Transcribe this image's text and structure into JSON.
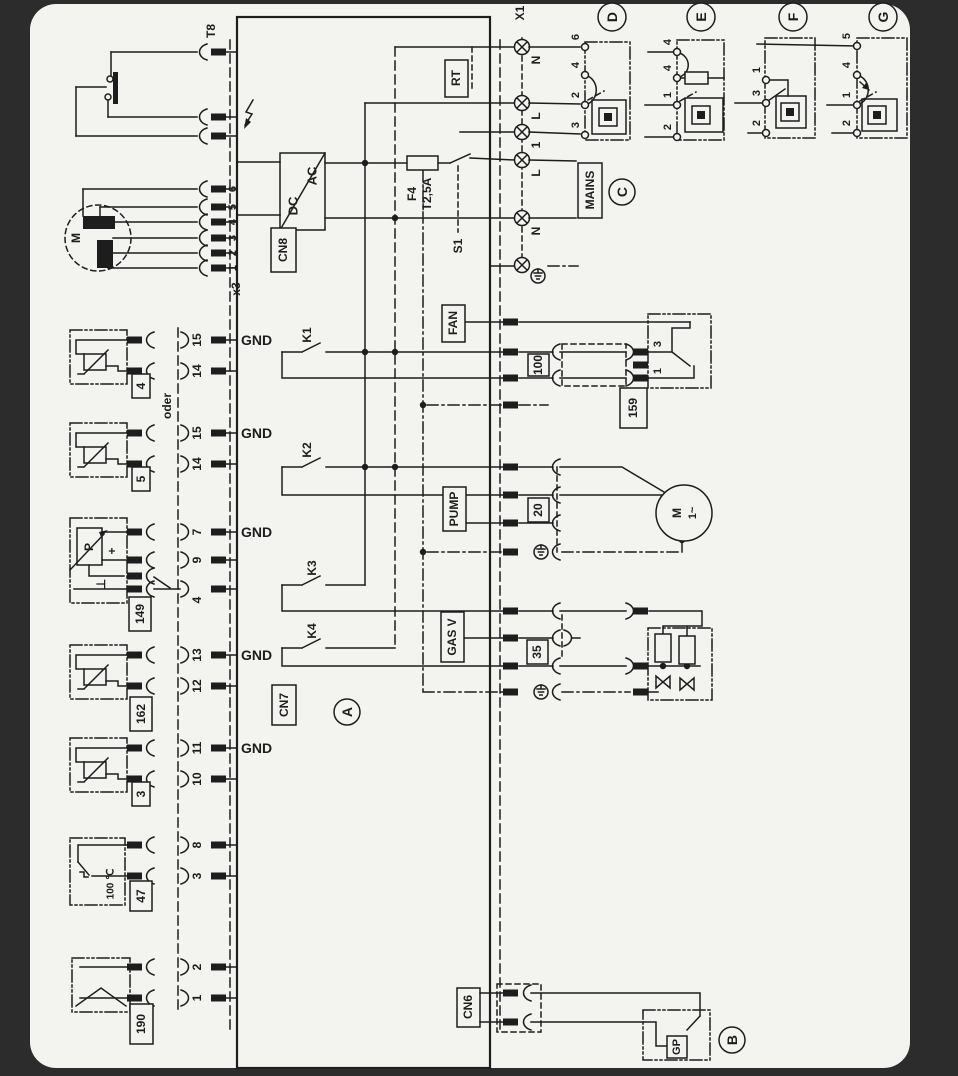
{
  "window": {
    "bg": "#2c2c2c",
    "paper": "#f3f3f0",
    "ink": "#1d1d1d"
  },
  "board": {
    "id": "A",
    "cn8": "CN8",
    "cn7": "CN7",
    "cn6": "CN6",
    "gnd": "GND",
    "relays": {
      "k1": "K1",
      "k2": "K2",
      "k3": "K3",
      "k4": "K4"
    },
    "converter": {
      "dc": "DC",
      "ac": "AC"
    },
    "fuse": {
      "name": "F4",
      "rating": "T2,5A"
    },
    "switch": "S1",
    "out": {
      "rt": "RT",
      "fan": "FAN",
      "pump": "PUMP",
      "gas": "GAS V"
    }
  },
  "mains": {
    "label": "MAINS",
    "c": "C"
  },
  "x1": {
    "label": "X1",
    "pins": [
      "N",
      "L",
      "1",
      "L",
      "N"
    ]
  },
  "x3": {
    "label": "x3",
    "m": "M",
    "pins": [
      "6",
      "5",
      "4",
      "3",
      "2",
      "1"
    ]
  },
  "t8": {
    "label": "T8"
  },
  "left": {
    "oder": "oder",
    "s4": {
      "id": "4",
      "p1": "15",
      "p2": "14"
    },
    "s5": {
      "id": "5",
      "p1": "15",
      "p2": "14"
    },
    "s149": {
      "id": "149",
      "p1": "7",
      "p2": "9",
      "p3": "4",
      "sym": "P",
      "plus": "+",
      "gnd": "⊥"
    },
    "s162": {
      "id": "162",
      "p1": "13",
      "p2": "12"
    },
    "s3": {
      "id": "3",
      "p1": "11",
      "p2": "10"
    },
    "s47": {
      "id": "47",
      "p1": "8",
      "p2": "3",
      "temp": "100 ℃"
    },
    "s190": {
      "id": "190",
      "p1": "2",
      "p2": "1"
    }
  },
  "right": {
    "fan": {
      "conn": "100",
      "unit": "159",
      "t1": "3",
      "t2": "1"
    },
    "pump": {
      "conn": "20",
      "m": "M",
      "ph": "1~"
    },
    "gas": {
      "conn": "35"
    },
    "gp": {
      "label": "GP",
      "unit": "B"
    }
  },
  "units": {
    "d": {
      "id": "D",
      "pins": [
        "6",
        "4",
        "2",
        "3"
      ]
    },
    "e": {
      "id": "E",
      "pins": [
        "4",
        "4",
        "1",
        "2"
      ]
    },
    "f": {
      "id": "F",
      "pins": [
        "1",
        "3",
        "2"
      ]
    },
    "g": {
      "id": "G",
      "pins": [
        "5",
        "4",
        "1",
        "2"
      ]
    }
  }
}
